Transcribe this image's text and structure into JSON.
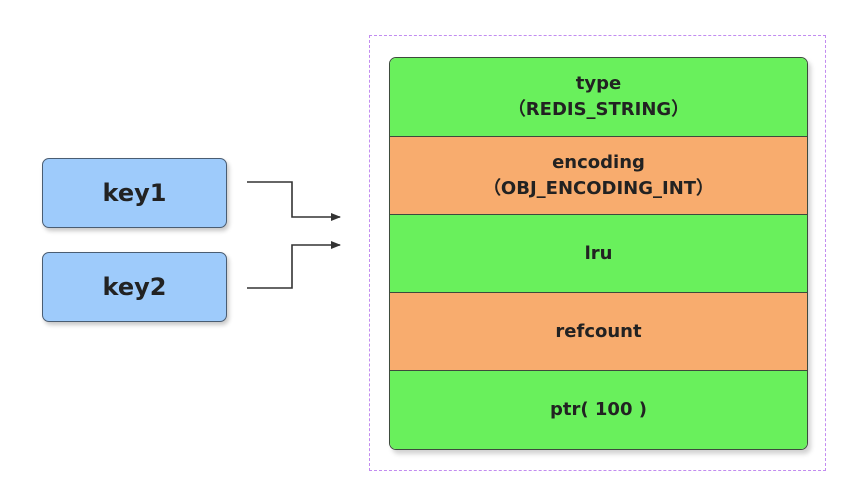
{
  "keys": [
    {
      "label": "key1"
    },
    {
      "label": "key2"
    }
  ],
  "object": {
    "type": {
      "name": "type",
      "value": "（REDIS_STRING）"
    },
    "encoding": {
      "name": "encoding",
      "value": "（OBJ_ENCODING_INT）"
    },
    "lru": {
      "name": "lru"
    },
    "refcount": {
      "name": "refcount"
    },
    "ptr": {
      "name": "ptr( 100 )"
    }
  },
  "colors": {
    "key_fill": "#9ecbfb",
    "green_fill": "#69f05c",
    "orange_fill": "#f8ac6e",
    "container_border": "#c28cf0",
    "arrow": "#333333"
  }
}
